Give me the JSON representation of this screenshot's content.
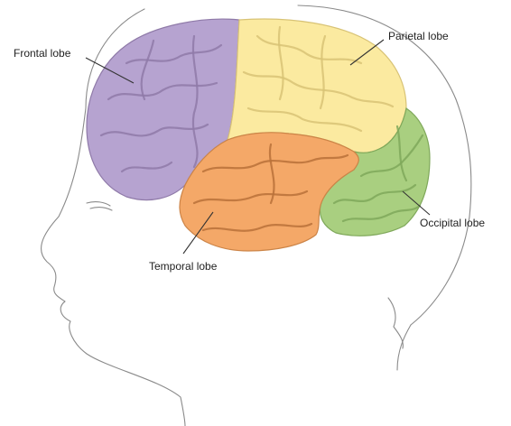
{
  "labels": {
    "frontal": "Frontal lobe",
    "parietal": "Parietal lobe",
    "temporal": "Temporal lobe",
    "occipital": "Occipital lobe"
  },
  "colors": {
    "frontal": "#b6a3d0",
    "parietal": "#fbeaa0",
    "temporal": "#f4a868",
    "occipital": "#a9cf80",
    "outline": "#8a8a8a"
  }
}
